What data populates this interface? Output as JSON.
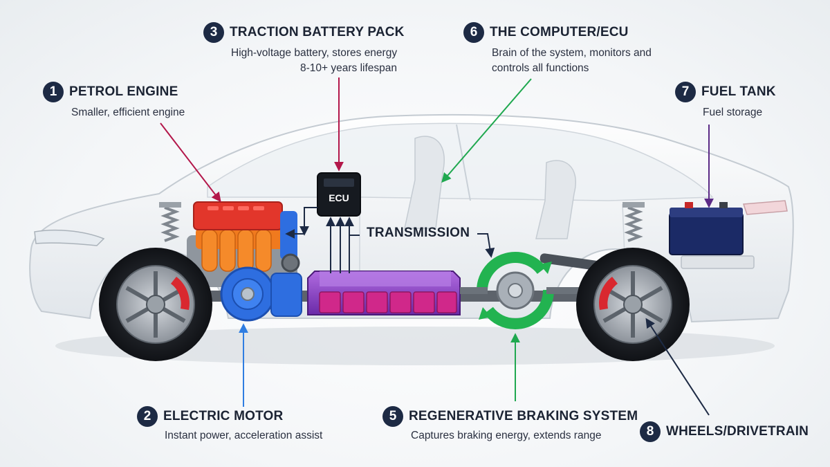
{
  "callouts": {
    "petrol_engine": {
      "number": "1",
      "title": "PETROL ENGINE",
      "desc": [
        "Smaller, efficient engine"
      ],
      "arrow_color": "#b3174a"
    },
    "electric_motor": {
      "number": "2",
      "title": "ELECTRIC MOTOR",
      "desc": [
        "Instant power, acceleration assist"
      ],
      "arrow_color": "#2f7de1"
    },
    "traction_battery": {
      "number": "3",
      "title": "TRACTION BATTERY PACK",
      "desc": [
        "High-voltage battery, stores energy",
        "8-10+ years lifespan"
      ],
      "arrow_color": "#b3174a"
    },
    "regen_braking": {
      "number": "5",
      "title": "REGENERATIVE BRAKING SYSTEM",
      "desc": [
        "Captures braking energy, extends range"
      ],
      "arrow_color": "#1fa84f"
    },
    "computer_ecu": {
      "number": "6",
      "title": "THE COMPUTER/ECU",
      "desc": [
        "Brain of the system, monitors and",
        "controls all functions"
      ],
      "arrow_color": "#1fa84f"
    },
    "fuel_tank": {
      "number": "7",
      "title": "FUEL TANK",
      "desc": [
        "Fuel storage"
      ],
      "arrow_color": "#5b2a86"
    },
    "wheels_drivetrain": {
      "number": "8",
      "title": "WHEELS/DRIVETRAIN",
      "desc": [],
      "arrow_color": "#1d2a44"
    }
  },
  "labels": {
    "ecu": "ECU",
    "transmission": "TRANSMISSION"
  },
  "colors": {
    "badge": "#1d2a44",
    "engine_head": "#e2362b",
    "engine_manifold": "#f07a1e",
    "motor": "#2e6ee0",
    "battery": "#8a3cc9",
    "battery_cells": "#d0288a",
    "regen_ring": "#22b350",
    "fuel_tank": "#1b2a66",
    "brake_caliper": "#d9282f"
  }
}
